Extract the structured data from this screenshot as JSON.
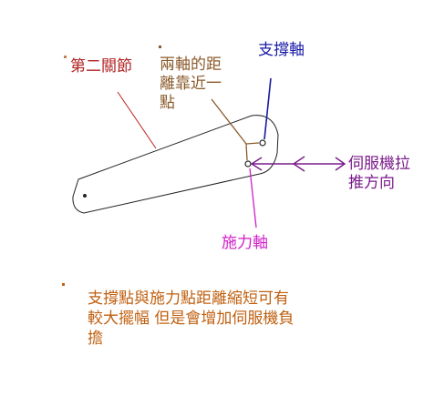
{
  "labels": {
    "second_joint": "第二關節",
    "distance_closer_line1": "兩軸的距",
    "distance_closer_line2": "離靠近一",
    "distance_closer_line3": "點",
    "pivot_axis": "支撐軸",
    "force_axis": "施力軸",
    "servo_pull_line1": "伺服機拉",
    "servo_pull_line2": "推方向",
    "note_line1": "支撐點與施力點距離縮短可有",
    "note_line2": "較大擺幅 但是會增加伺服機負",
    "note_line3": "擔"
  },
  "colors": {
    "second_joint": "#b22222",
    "distance_closer": "#8b5a2b",
    "pivot_axis": "#1a1aa8",
    "force_axis": "#d020c8",
    "servo_pull": "#7a1a8a",
    "note": "#c06010",
    "outline": "#222222"
  }
}
